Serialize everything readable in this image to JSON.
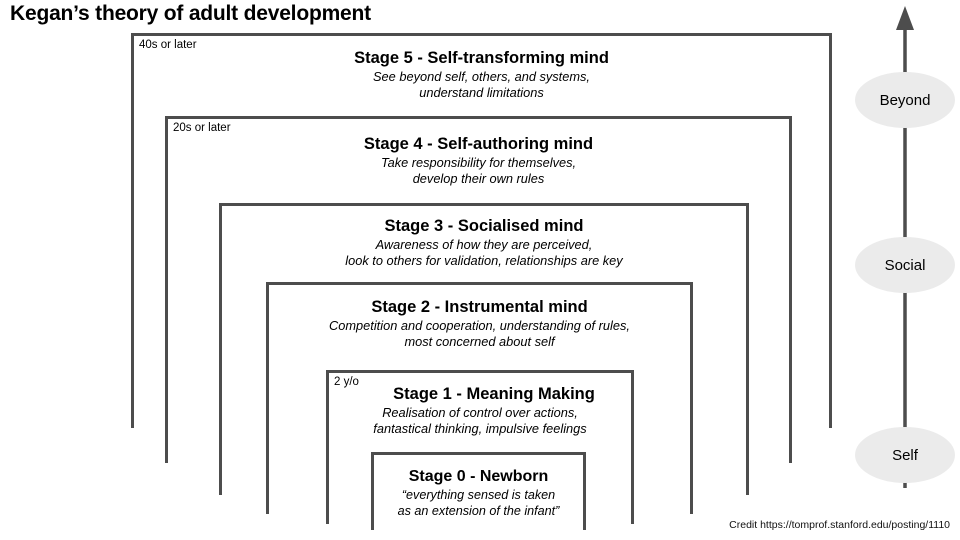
{
  "title": "Kegan’s theory of adult development",
  "stages": [
    {
      "id": "stage-5",
      "age_label": "40s or later",
      "title": "Stage 5 - Self-transforming mind",
      "desc_lines": [
        "See beyond self, others, and systems,",
        "understand limitations"
      ]
    },
    {
      "id": "stage-4",
      "age_label": "20s or later",
      "title": "Stage 4 - Self-authoring mind",
      "desc_lines": [
        "Take responsibility for themselves,",
        "develop their own rules"
      ]
    },
    {
      "id": "stage-3",
      "age_label": "",
      "title": "Stage 3 - Socialised mind",
      "desc_lines": [
        "Awareness of how they are perceived,",
        "look to others for validation, relationships are key"
      ]
    },
    {
      "id": "stage-2",
      "age_label": "",
      "title": "Stage 2 - Instrumental mind",
      "desc_lines": [
        "Competition and cooperation, understanding of rules,",
        "most concerned about self"
      ]
    },
    {
      "id": "stage-1",
      "age_label": "2 y/o",
      "title": "Stage 1 - Meaning Making",
      "desc_lines": [
        "Realisation of control over actions,",
        "fantastical thinking, impulsive feelings"
      ]
    },
    {
      "id": "stage-0",
      "age_label": "",
      "title": "Stage 0 - Newborn",
      "desc_lines": [
        "“everything sensed is taken",
        "as an extension of the infant”"
      ]
    }
  ],
  "axis": {
    "arrow_direction": "up",
    "levels": [
      {
        "id": "beyond",
        "label": "Beyond"
      },
      {
        "id": "social",
        "label": "Social"
      },
      {
        "id": "self",
        "label": "Self"
      }
    ]
  },
  "credit": "Credit https://tomprof.stanford.edu/posting/1110",
  "colors": {
    "box_border": "#4d4d4d",
    "ellipse_fill": "#ebebeb",
    "axis_line": "#4d4d4d",
    "background": "#ffffff",
    "text": "#000000"
  }
}
